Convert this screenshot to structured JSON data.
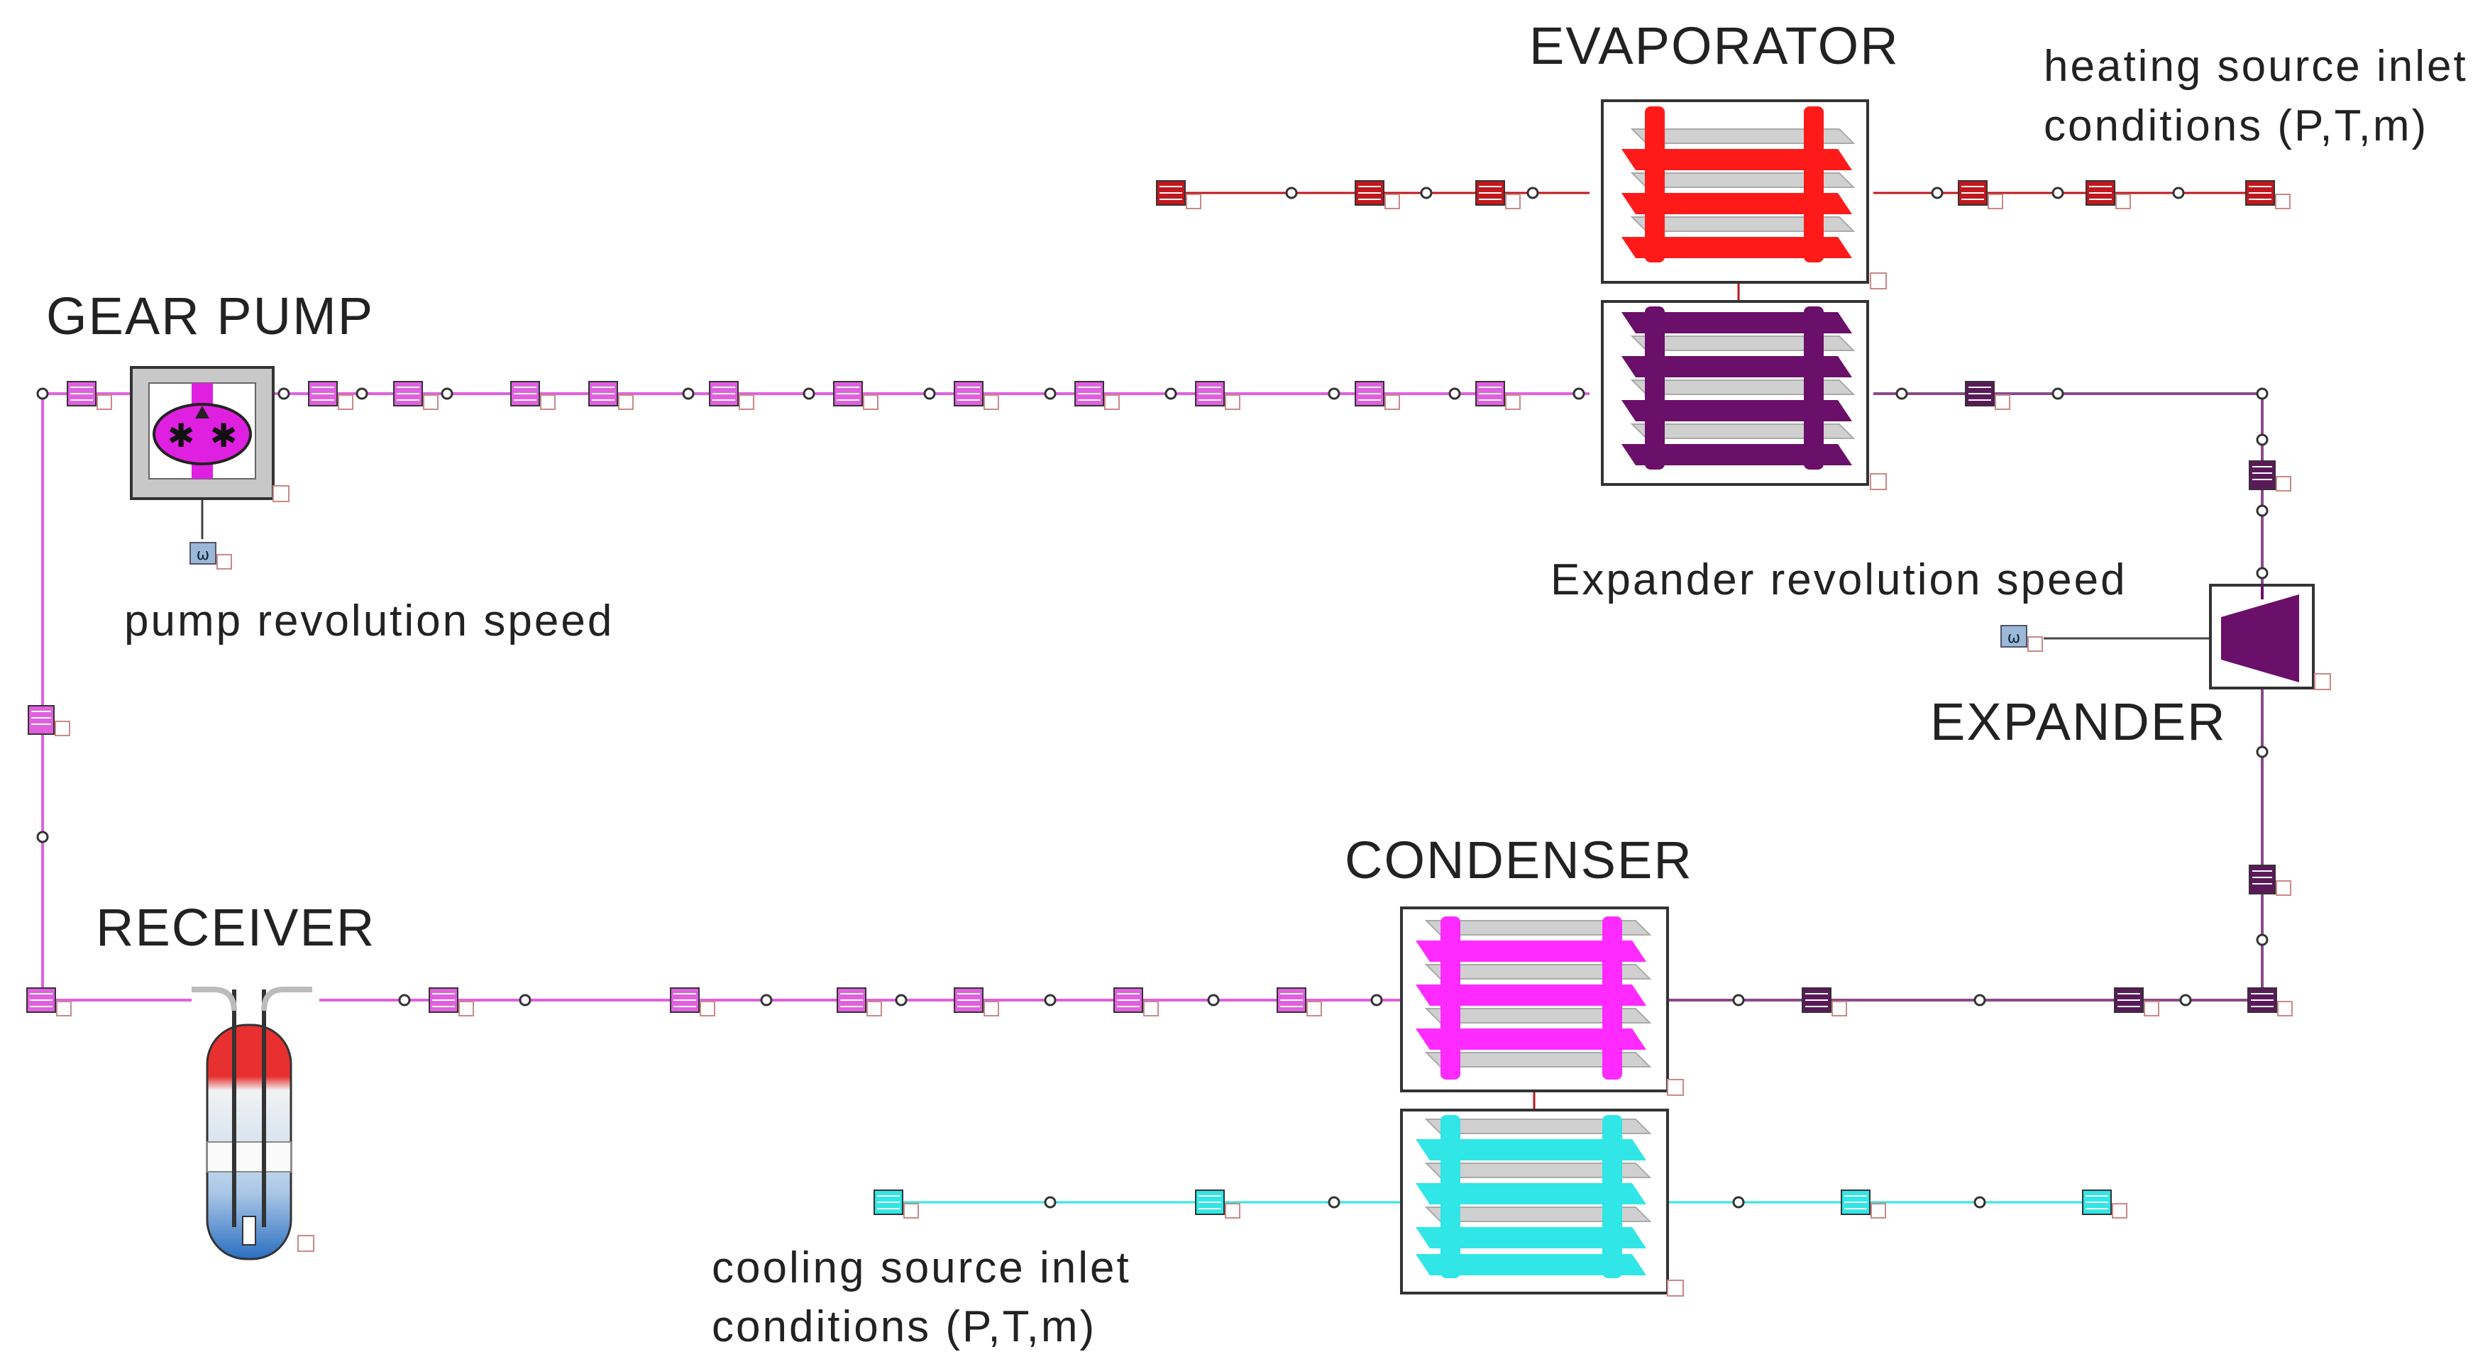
{
  "labels": {
    "evaporator": "EVAPORATOR",
    "gear_pump": "GEAR PUMP",
    "expander": "EXPANDER",
    "condenser": "CONDENSER",
    "receiver": "RECEIVER",
    "heating_line1": "heating source inlet",
    "heating_line2": "conditions (P,T,m)",
    "pump_speed": "pump revolution speed",
    "expander_speed": "Expander revolution speed",
    "cooling_line1": "cooling source inlet",
    "cooling_line2": "conditions (P,T,m)"
  },
  "colors": {
    "working_fluid": "#e060e0",
    "working_fluid_dark": "#5a1a5a",
    "heating_fluid": "#c0181e",
    "hot_plate": "#ff1a1a",
    "evap_cold_plate": "#6a0f6a",
    "cond_hot_plate": "#ff2aff",
    "cooling_fluid": "#30e6e6",
    "receiver_top": "#e83030",
    "receiver_bottom": "#2a7ad0"
  }
}
